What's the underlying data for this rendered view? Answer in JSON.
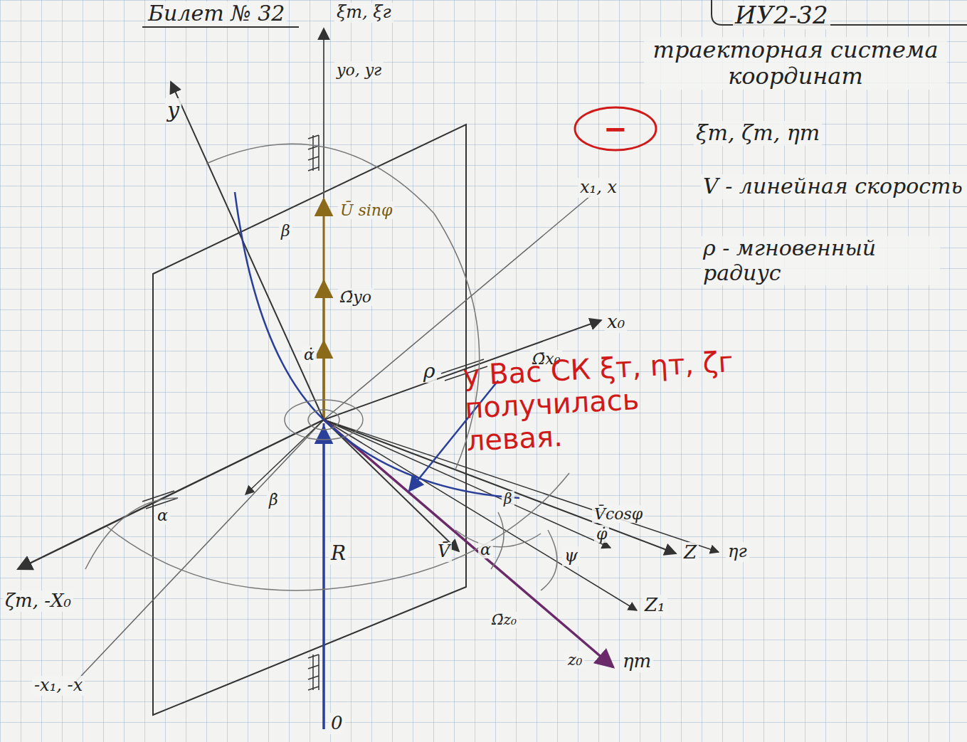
{
  "diagram": {
    "nodes": [
      {
        "text": [
          "−"
        ]
      }
    ],
    "labels": [
      "Билет № 32",
      "ИУ2-32",
      "ξт, ξг",
      "yо, yг",
      "y",
      "Ū sinφ",
      "β",
      "Ω̄yо",
      "x₁, x",
      "x₀",
      "α̇",
      "Ω̄x₀",
      "ρ",
      "β̇",
      "V̄cosφ",
      "ηг",
      "β",
      "φ̇",
      "α",
      "α",
      "R",
      "V̄",
      "ψ",
      "Z",
      "Z₁",
      "Ω̄z₀",
      "z₀",
      "ηт",
      "ζт, -X₀",
      "-x₁, -x",
      "0",
      "траекторная система координат",
      "ξт, ζт, ηт",
      "V - линейная скорость",
      "ρ - мгновенный радиус",
      "у Вас СК ξт, ηт, ζг получилась левая."
    ]
  }
}
